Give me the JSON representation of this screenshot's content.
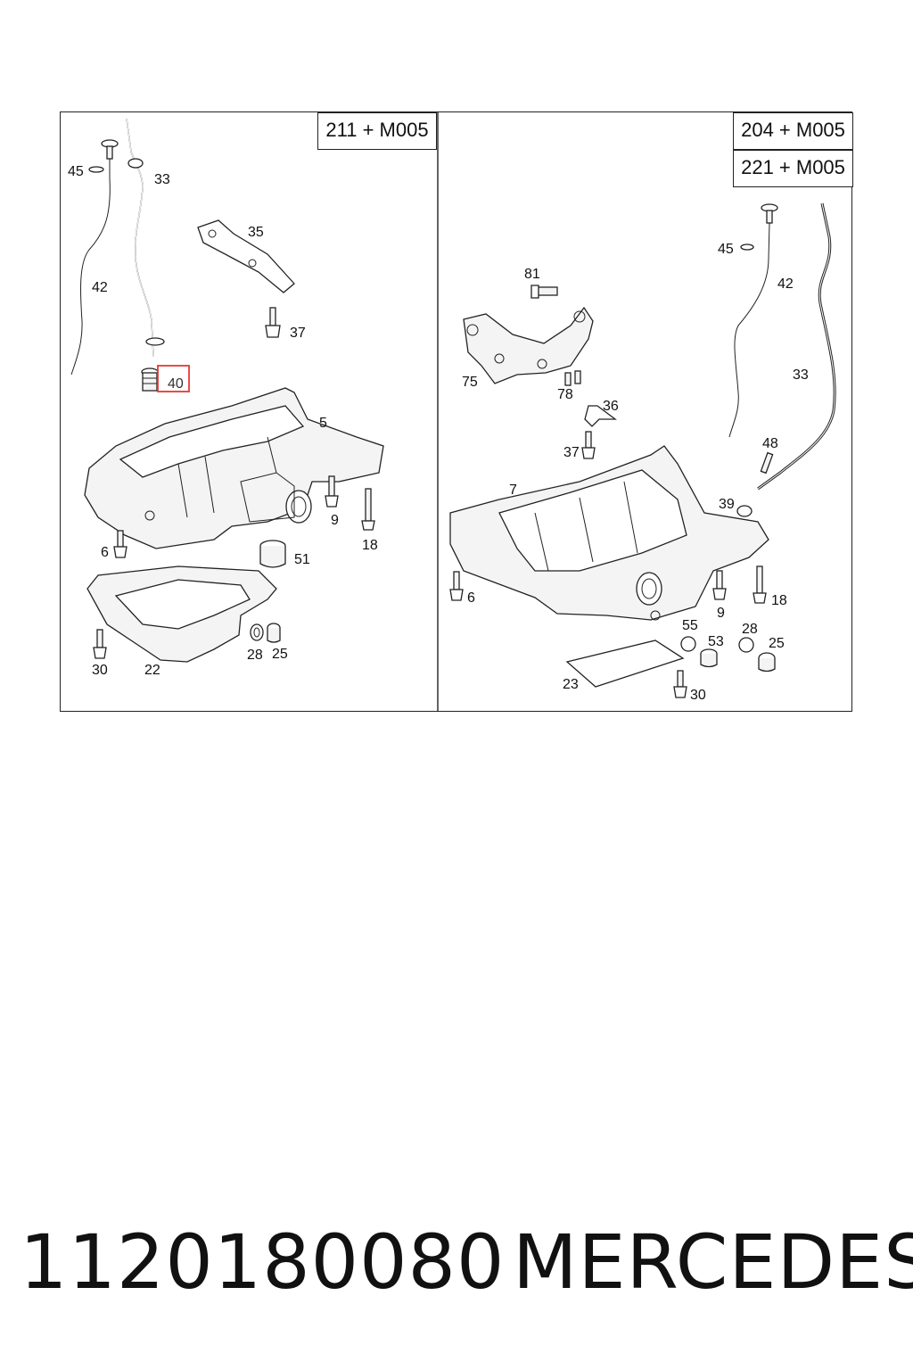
{
  "left_panel": {
    "model_label": "211 + M005",
    "labels": {
      "l45": "45",
      "l33": "33",
      "l35": "35",
      "l42": "42",
      "l37": "37",
      "l40": "40",
      "l5": "5",
      "l6": "6",
      "l9": "9",
      "l18": "18",
      "l51": "51",
      "l30": "30",
      "l22": "22",
      "l28": "28",
      "l25": "25"
    },
    "highlighted_part": "40",
    "highlight_color": "#e53935"
  },
  "right_panel": {
    "model_labels": [
      "204 + M005",
      "221 + M005"
    ],
    "labels": {
      "l45": "45",
      "l42": "42",
      "l81": "81",
      "l75": "75",
      "l78": "78",
      "l33": "33",
      "l36": "36",
      "l48": "48",
      "l37": "37",
      "l7": "7",
      "l39": "39",
      "l6": "6",
      "l9": "9",
      "l18": "18",
      "l55": "55",
      "l53": "53",
      "l28": "28",
      "l25": "25",
      "l23": "23",
      "l30": "30"
    }
  },
  "footer": {
    "part_number": "1120180080",
    "brand": "MERCEDES"
  }
}
